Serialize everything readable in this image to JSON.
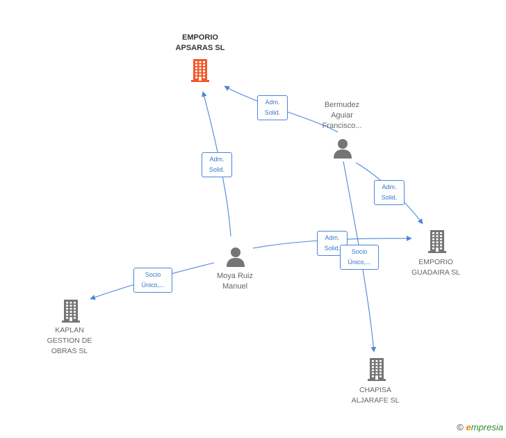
{
  "nodes": {
    "apsaras": {
      "label": "EMPORIO\nAPSARAS SL",
      "type": "company",
      "focus": true
    },
    "bermudez": {
      "label": "Bermudez\nAguiar\nFrancisco...",
      "type": "person"
    },
    "moya": {
      "label": "Moya Ruiz\nManuel",
      "type": "person"
    },
    "guadaira": {
      "label": "EMPORIO\nGUADAIRA SL",
      "type": "company"
    },
    "kaplan": {
      "label": "KAPLAN\nGESTION DE\nOBRAS SL",
      "type": "company"
    },
    "chapisa": {
      "label": "CHAPISA\nALJARAFE SL",
      "type": "company"
    }
  },
  "edges": [
    {
      "id": "e1",
      "from": "bermudez",
      "to": "apsaras",
      "label": "Adm.\nSolid."
    },
    {
      "id": "e2",
      "from": "moya",
      "to": "apsaras",
      "label": "Adm.\nSolid."
    },
    {
      "id": "e3",
      "from": "bermudez",
      "to": "guadaira",
      "label": "Adm.\nSolid."
    },
    {
      "id": "e4",
      "from": "moya",
      "to": "guadaira",
      "label": "Adm.\nSolid."
    },
    {
      "id": "e5",
      "from": "bermudez",
      "to": "chapisa",
      "label": "Socio\nÚnico,..."
    },
    {
      "id": "e6",
      "from": "moya",
      "to": "kaplan",
      "label": "Socio\nÚnico,..."
    }
  ],
  "colors": {
    "focus_company": "#f05a28",
    "company": "#757575",
    "person": "#757575",
    "edge": "#4a86d8"
  },
  "footer": {
    "copyright": "©",
    "brand_e": "e",
    "brand_rest": "mpresia"
  }
}
